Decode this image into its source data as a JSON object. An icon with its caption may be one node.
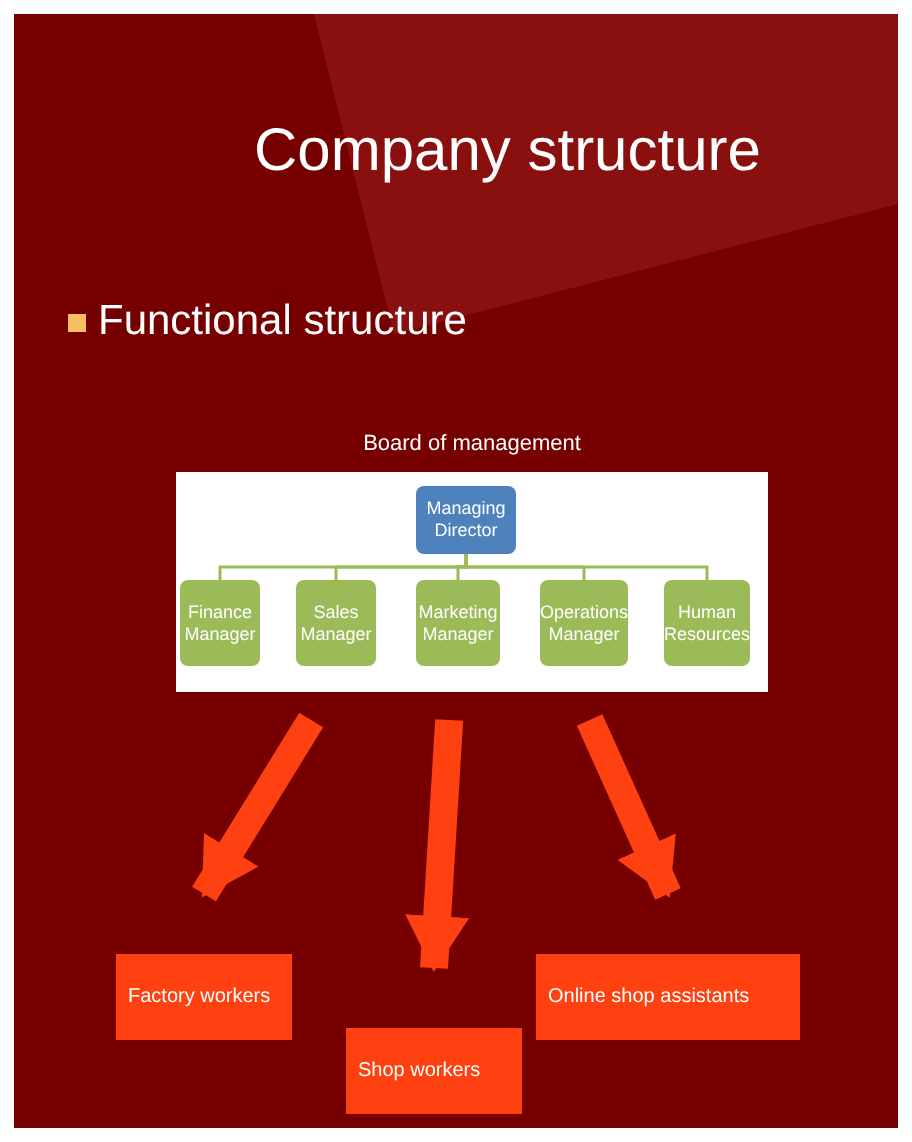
{
  "diagram": {
    "title": "Company structure",
    "nodes": [
      {
        "text": [
          "Board of management"
        ]
      },
      {
        "text": [
          "Managing Director"
        ],
        "in": 0
      },
      {
        "text": [
          "Finance Manager"
        ],
        "in": 0
      },
      {
        "text": [
          "Sales Manager"
        ],
        "in": 0
      },
      {
        "text": [
          "Marketing Manager"
        ],
        "in": 0
      },
      {
        "text": [
          "Operations Manager"
        ],
        "in": 0
      },
      {
        "text": [
          "Human Resources"
        ],
        "in": 0
      },
      {
        "text": [
          "Factory workers"
        ]
      },
      {
        "text": [
          "Shop workers"
        ]
      },
      {
        "text": [
          "Online shop assistants"
        ]
      }
    ],
    "edges": [
      {
        "from": 1,
        "to": 2,
        "arrow": "none"
      },
      {
        "from": 1,
        "to": 3,
        "arrow": "none"
      },
      {
        "from": 1,
        "to": 4,
        "arrow": "none"
      },
      {
        "from": 1,
        "to": 5,
        "arrow": "none"
      },
      {
        "from": 1,
        "to": 6,
        "arrow": "none"
      },
      {
        "from": 0,
        "to": 7,
        "arrow": "to",
        "style": "thick",
        "color": "#ff4010"
      },
      {
        "from": 0,
        "to": 8,
        "arrow": "to",
        "style": "thick",
        "color": "#ff4010"
      },
      {
        "from": 0,
        "to": 9,
        "arrow": "to",
        "style": "thick",
        "color": "#ff4010"
      }
    ],
    "labels": [
      "Functional structure"
    ]
  }
}
